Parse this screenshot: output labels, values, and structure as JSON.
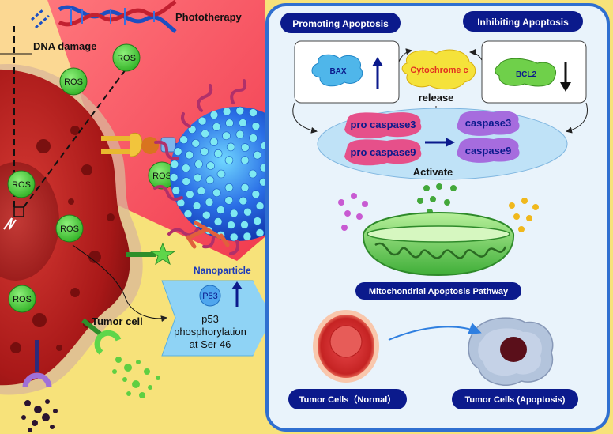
{
  "left_panel": {
    "phototherapy_label": "Phototherapy",
    "dna_damage_label": "DNA damage",
    "ros_label": "ROS",
    "tumor_cell_label": "Tumor cell",
    "nanoparticle_label": "Nanoparticle",
    "p53_label": "P53",
    "p53_text": [
      "p53",
      "phosphorylation",
      "at Ser 46"
    ]
  },
  "right_panel": {
    "promoting_label": "Promoting Apoptosis",
    "inhibiting_label": "Inhibiting Apoptosis",
    "bax_label": "BAX",
    "cytochrome_label": "Cytochrome c",
    "release_label": "release",
    "bcl2_label": "BCL2",
    "pro_caspase3_label": "pro caspase3",
    "pro_caspase9_label": "pro caspase9",
    "caspase3_label": "caspase3",
    "caspase9_label": "caspase9",
    "activate_label": "Activate",
    "mito_pathway_label": "Mitochondrial Apoptosis Pathway",
    "tumor_normal_label": "Tumor Cells（Normal）",
    "tumor_apoptosis_label": "Tumor Cells (Apoptosis)"
  },
  "colors": {
    "background": "#f7e27a",
    "laser_red": "#f0284a",
    "panel_fill": "#e9f3fb",
    "panel_border": "#2f6fd0",
    "label_navy": "#0b1a8c",
    "ros_green": "#4fcc3c",
    "cell_red": "#b71f1f",
    "nanoparticle_blue": "#1d52d8"
  }
}
